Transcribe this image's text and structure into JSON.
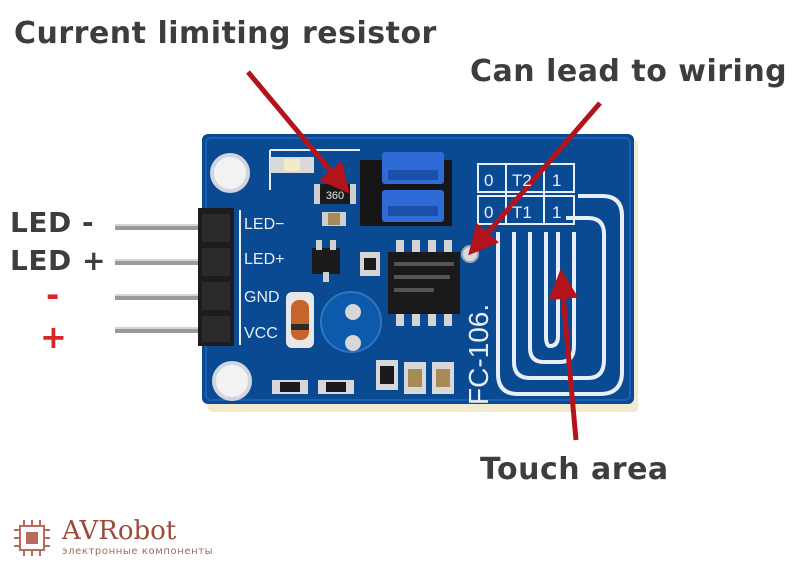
{
  "annotations": {
    "current_limiting_resistor": "Current limiting resistor",
    "can_lead_to_wiring": "Can lead to wiring",
    "touch_area": "Touch area"
  },
  "pins": {
    "led_minus": "LED -",
    "led_plus": "LED +",
    "minus": "-",
    "plus": "+"
  },
  "silkscreen": {
    "led_minus": "LED−",
    "led_plus": "LED+",
    "gnd": "GND",
    "vcc": "VCC",
    "board_name": "FC-106.",
    "pad_0_top": "0",
    "pad_t2": "T2",
    "pad_1_top": "1",
    "pad_0_bottom": "0",
    "pad_t1": "T1",
    "pad_1_bottom": "1",
    "resistor_code": "360"
  },
  "brand": {
    "name": "AVRobot",
    "subtitle": "электронные компоненты"
  },
  "colors": {
    "pcb": "#0a4a92",
    "annotation_arrow": "#b3141c",
    "minus_plus_labels": "#d8232a"
  }
}
